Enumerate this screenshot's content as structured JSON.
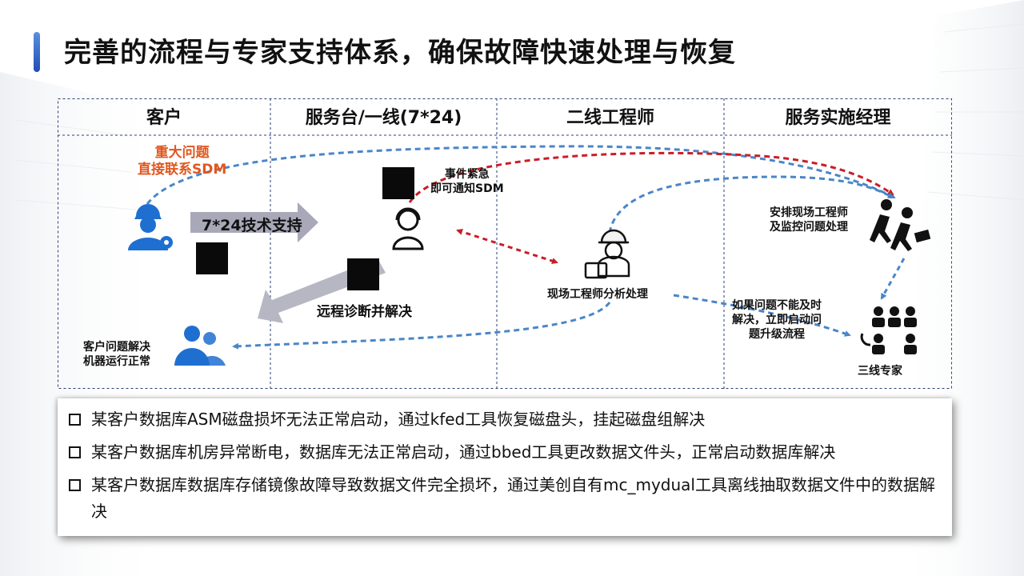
{
  "title": "完善的流程与专家支持体系，确保故障快速处理与恢复",
  "columns": [
    "客户",
    "服务台/一线(7*24)",
    "二线工程师",
    "服务实施经理"
  ],
  "labels": {
    "major_issue_1": "重大问题",
    "major_issue_2": "直接联系SDM",
    "urgent_1": "事件紧急",
    "urgent_2": "即可通知SDM",
    "support_247": "7*24技术支持",
    "remote_diag": "远程诊断并解决",
    "resolved_1": "客户问题解决",
    "resolved_2": "机器运行正常",
    "onsite_analysis": "现场工程师分析处理",
    "arrange_1": "安排现场工程师",
    "arrange_2": "及监控问题处理",
    "escalate_1": "如果问题不能及时",
    "escalate_2": "解决，立即启动问",
    "escalate_3": "题升级流程",
    "third_line": "三线专家"
  },
  "colors": {
    "accent_blue": "#1f4fb4",
    "icon_blue": "#1f6fd1",
    "dashed_blue": "#4a86c8",
    "dashed_red": "#c81e28",
    "orange_text": "#e0561e",
    "gray_arrow": "#a8a8b8"
  },
  "icons": {
    "customer": "engineer-with-gear-icon",
    "service_desk": "headset-agent-icon",
    "second_line": "engineer-hardhat-laptop-icon",
    "manager": "running-briefcase-icon",
    "third_line": "expert-group-icon",
    "resolved": "people-group-icon"
  },
  "cases": [
    "某客户数据库ASM磁盘损坏无法正常启动，通过kfed工具恢复磁盘头，挂起磁盘组解决",
    "某客户数据库机房异常断电，数据库无法正常启动，通过bbed工具更改数据文件头，正常启动数据库解决",
    "某客户数据库数据库存储镜像故障导致数据文件完全损坏，通过美创自有mc_mydual工具离线抽取数据文件中的数据解决"
  ]
}
